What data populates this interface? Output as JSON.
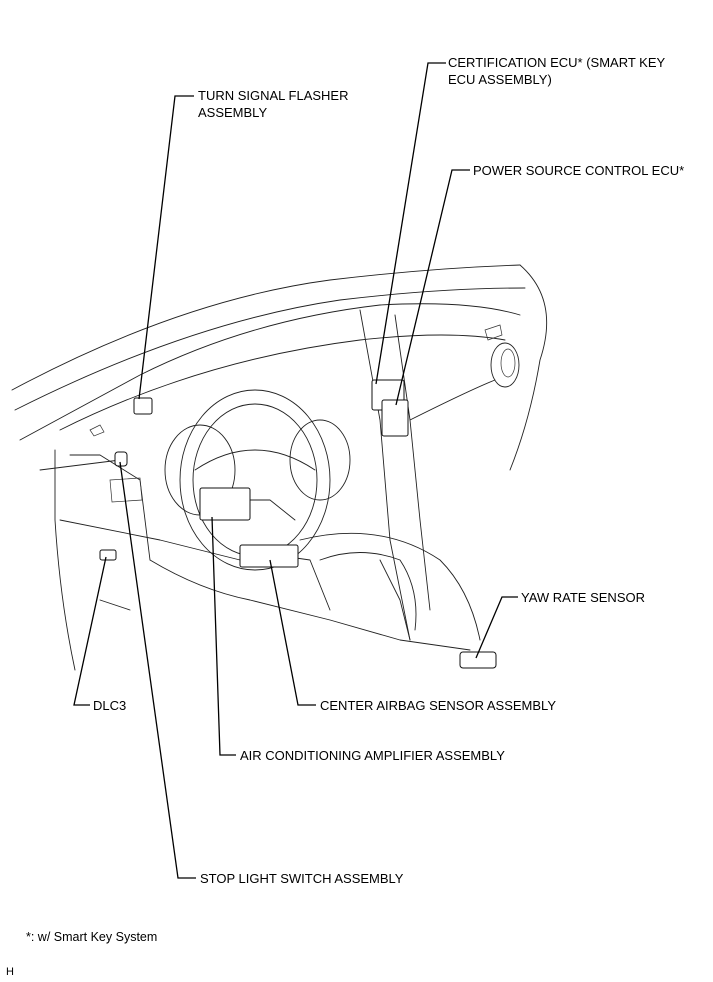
{
  "labels": {
    "certification_ecu": "CERTIFICATION ECU* (SMART KEY\nECU ASSEMBLY)",
    "turn_signal_flasher": "TURN SIGNAL FLASHER\nASSEMBLY",
    "power_source_ecu": "POWER SOURCE CONTROL ECU*",
    "yaw_rate_sensor": "YAW RATE SENSOR",
    "dlc3": "DLC3",
    "center_airbag_sensor": "CENTER AIRBAG SENSOR ASSEMBLY",
    "air_conditioning_amplifier": "AIR CONDITIONING AMPLIFIER ASSEMBLY",
    "stop_light_switch": "STOP LIGHT SWITCH ASSEMBLY"
  },
  "footnote": "*: w/ Smart Key System",
  "corner_mark": "H"
}
